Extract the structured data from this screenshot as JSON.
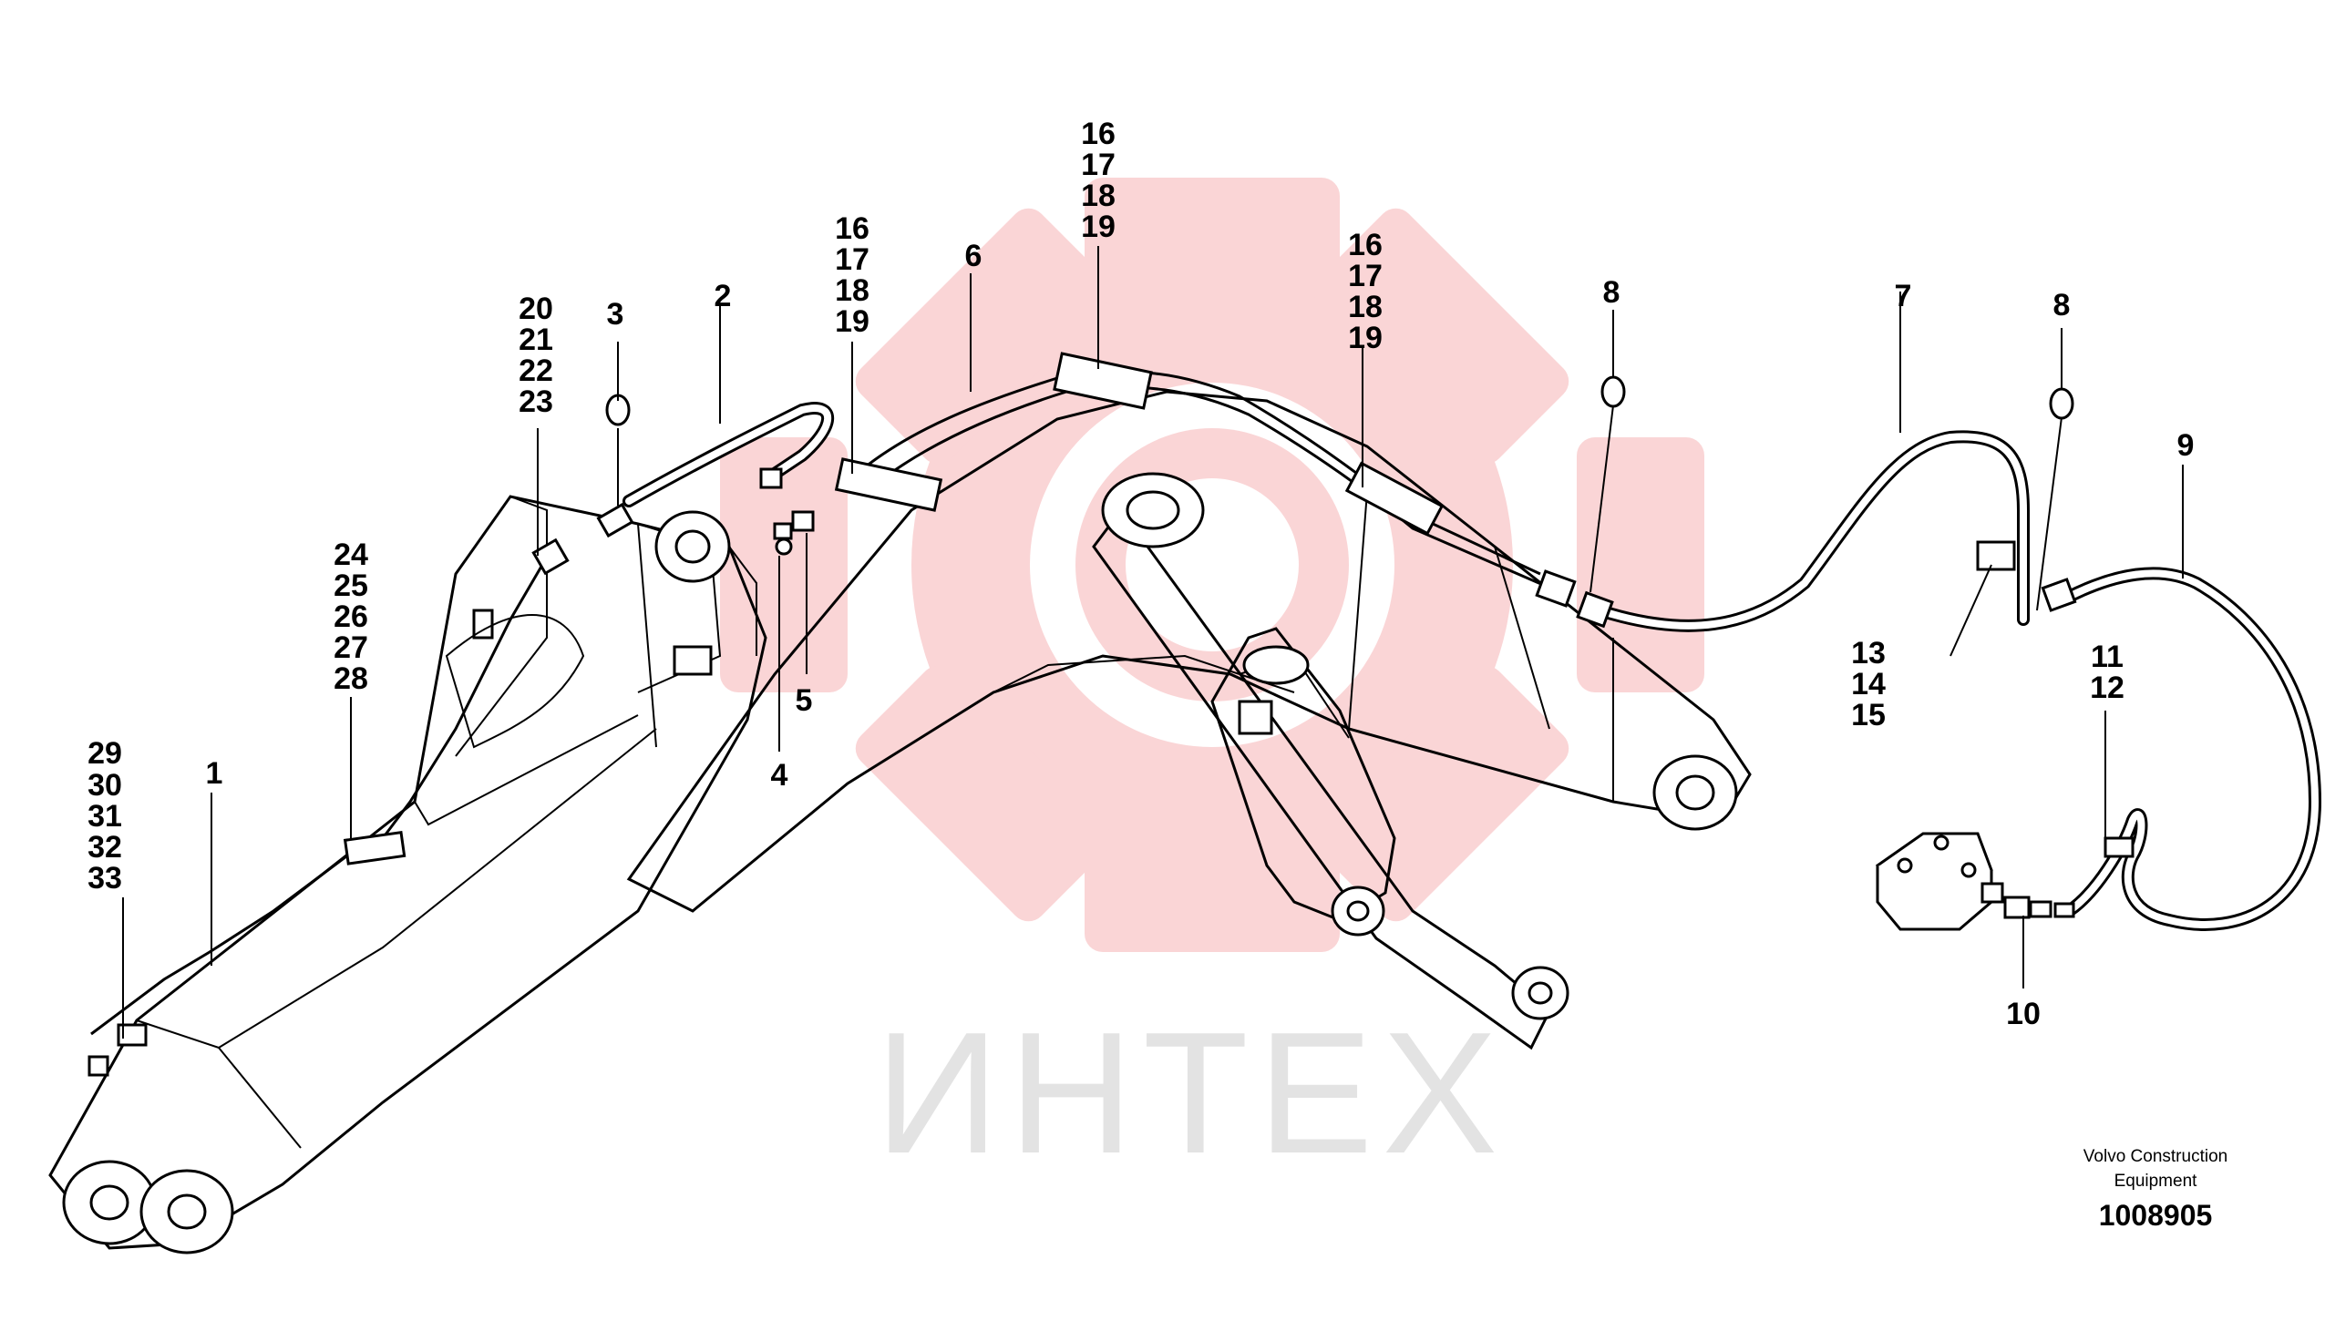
{
  "watermark": {
    "text": "ИНТЕХ",
    "color": "#f4a3a6"
  },
  "credit": {
    "line1": "Volvo Construction",
    "line2": "Equipment"
  },
  "document_number": "1008905",
  "callouts": {
    "c1": "1",
    "c2": "2",
    "c3": "3",
    "c4": "4",
    "c5": "5",
    "c6": "6",
    "c7": "7",
    "c8a": "8",
    "c8b": "8",
    "c9": "9",
    "c10": "10",
    "g1112": [
      "11",
      "12"
    ],
    "g131415": [
      "13",
      "14",
      "15"
    ],
    "g16a": [
      "16",
      "17",
      "18",
      "19"
    ],
    "g16b": [
      "16",
      "17",
      "18",
      "19"
    ],
    "g16c": [
      "16",
      "17",
      "18",
      "19"
    ],
    "g2023": [
      "20",
      "21",
      "22",
      "23"
    ],
    "g2428": [
      "24",
      "25",
      "26",
      "27",
      "28"
    ],
    "g2933": [
      "29",
      "30",
      "31",
      "32",
      "33"
    ]
  }
}
